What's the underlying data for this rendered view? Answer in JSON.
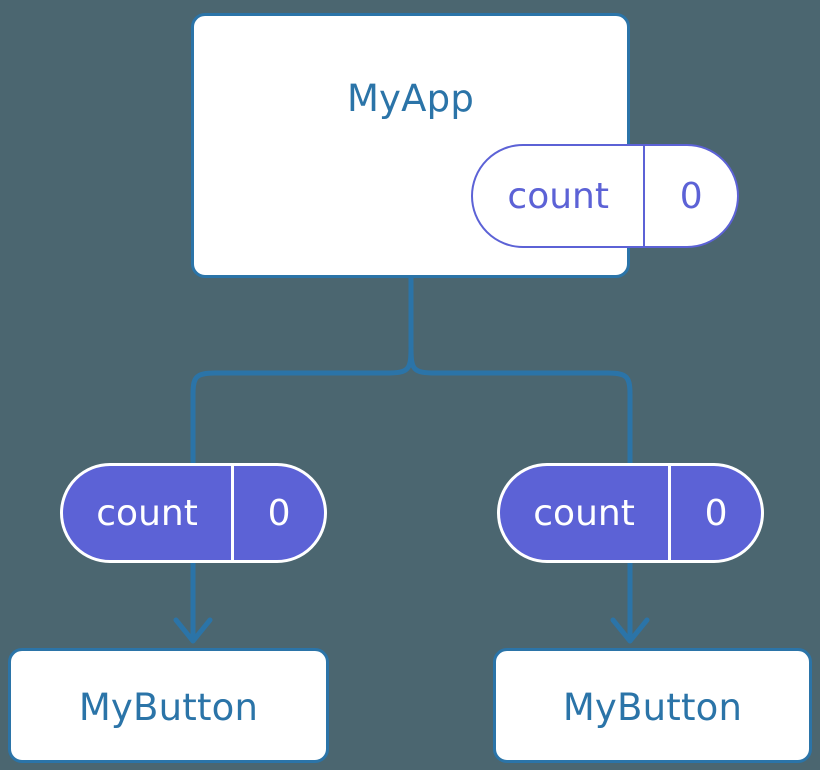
{
  "diagram": {
    "type": "component-tree",
    "background_color": "#4b6670",
    "accent_blue": "#2b74a8",
    "accent_purple": "#5c62d6",
    "root": {
      "name": "root-component",
      "title": "MyApp",
      "state_pill": {
        "key": "count",
        "value": "0"
      }
    },
    "children": [
      {
        "name": "child-left",
        "prop_pill": {
          "key": "count",
          "value": "0"
        },
        "title": "MyButton"
      },
      {
        "name": "child-right",
        "prop_pill": {
          "key": "count",
          "value": "0"
        },
        "title": "MyButton"
      }
    ],
    "connectors": {
      "fork_label": "state-to-props-fork",
      "arrow_label": "prop-to-component-arrow"
    }
  }
}
